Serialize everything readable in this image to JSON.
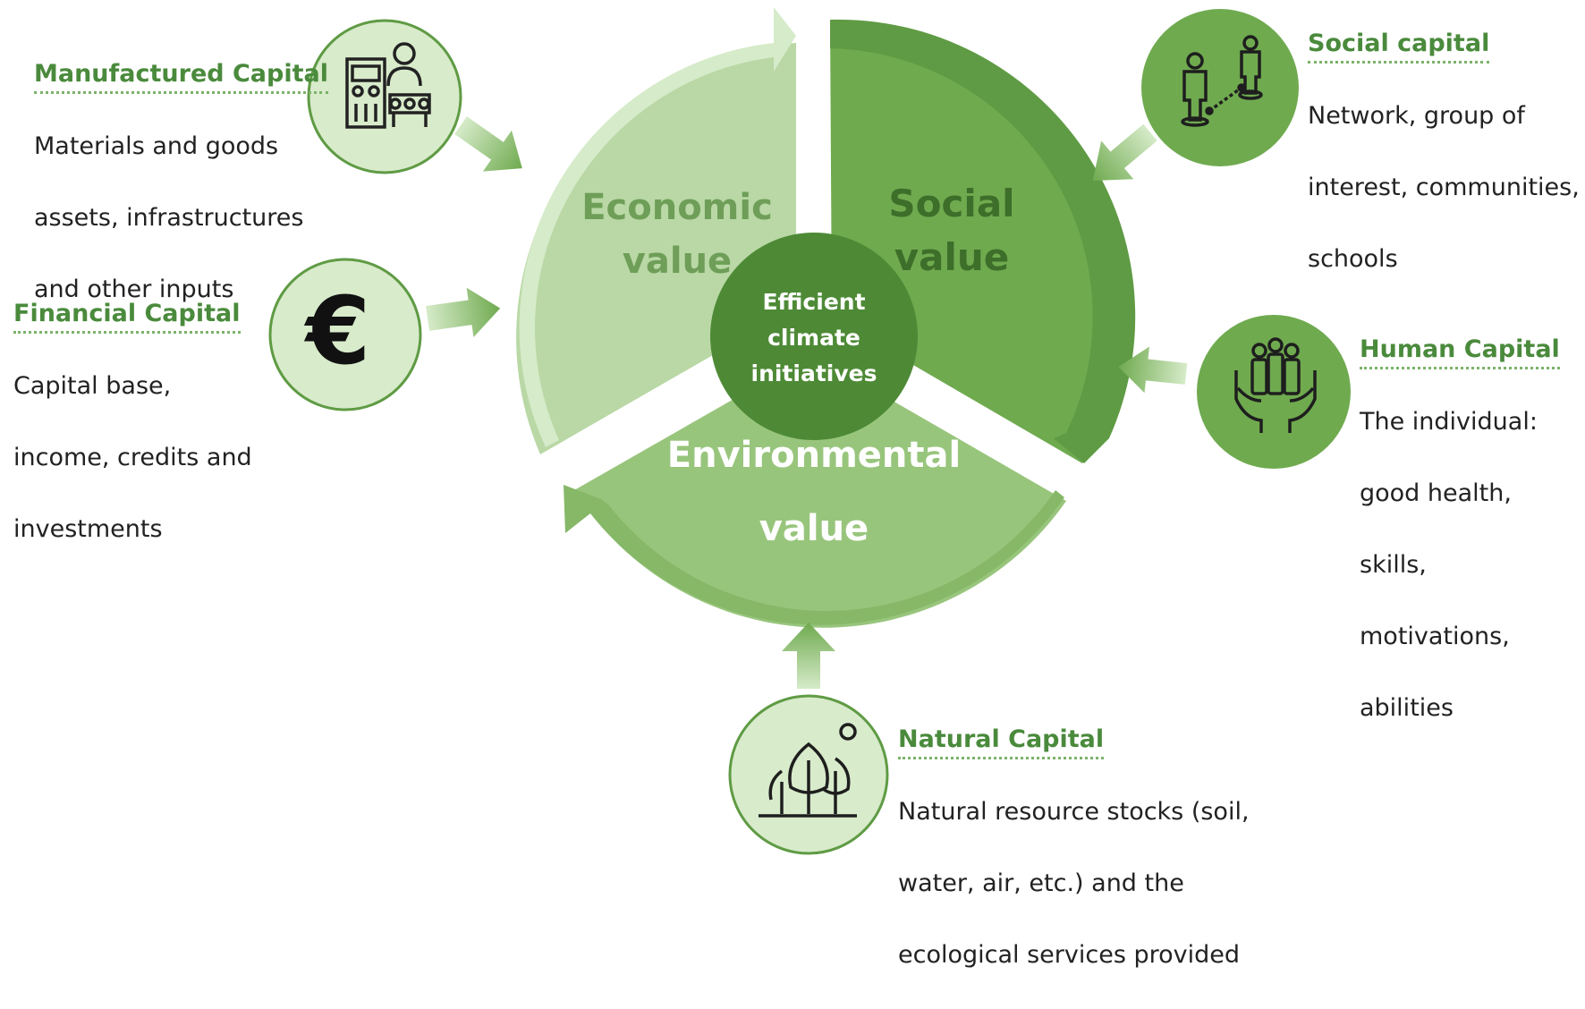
{
  "center": {
    "line1": "Efficient",
    "line2": "climate",
    "line3": "initiatives"
  },
  "segments": {
    "economic": {
      "line1": "Economic",
      "line2": "value"
    },
    "social": {
      "line1": "Social",
      "line2": "value"
    },
    "environmental": {
      "line1": "Environmental",
      "line2": "value"
    }
  },
  "capitals": {
    "manufactured": {
      "title": "Manufactured Capital",
      "desc": [
        "Materials and goods",
        "assets, infrastructures",
        "and other inputs"
      ],
      "icon": "factory-worker-icon"
    },
    "financial": {
      "title": "Financial Capital",
      "desc": [
        "Capital base,",
        "income,  credits and",
        "investments"
      ],
      "icon": "euro-icon",
      "icon_glyph": "€"
    },
    "social": {
      "title": "Social capital",
      "desc": [
        "Network, group of",
        "interest, communities,",
        "schools"
      ],
      "icon": "people-network-icon"
    },
    "human": {
      "title": "Human Capital",
      "desc": [
        "The individual:",
        "good health,",
        "skills,",
        "motivations,",
        "abilities"
      ],
      "icon": "hands-people-icon"
    },
    "natural": {
      "title": "Natural Capital",
      "desc": [
        "Natural resource stocks (soil,",
        "water, air, etc.) and the",
        "ecological services provided"
      ],
      "icon": "trees-icon"
    }
  },
  "colors": {
    "economic": "#b9d8a5",
    "social": "#6faa4f",
    "environmental": "#98c57c",
    "center": "#4e8a36",
    "icon_circle": "#d8ebcb",
    "icon_circle_dark": "#6faa4f",
    "title": "#4a8a3c"
  }
}
